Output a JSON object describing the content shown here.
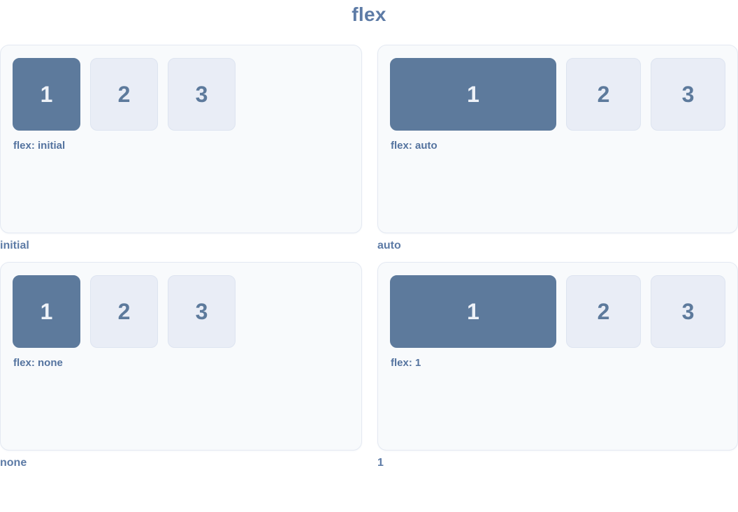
{
  "title": "flex",
  "items": [
    "1",
    "2",
    "3"
  ],
  "panels": [
    {
      "label": "initial",
      "caption": "flex: initial"
    },
    {
      "label": "auto",
      "caption": "flex: auto"
    },
    {
      "label": "none",
      "caption": "flex: none"
    },
    {
      "label": "1",
      "caption": "flex: 1"
    }
  ],
  "colors": {
    "accent_fill": "#5d7a9c",
    "accent_text": "#5d7ba6",
    "caption_text": "#54739f",
    "panel_bg": "#f8fafc",
    "panel_border": "#e4e9f2",
    "item_bg": "#e9edf6",
    "item_border": "#dde4f0",
    "item_number": "#5d7a9c",
    "active_item_number": "#eef2f8",
    "page_bg": "#ffffff"
  }
}
